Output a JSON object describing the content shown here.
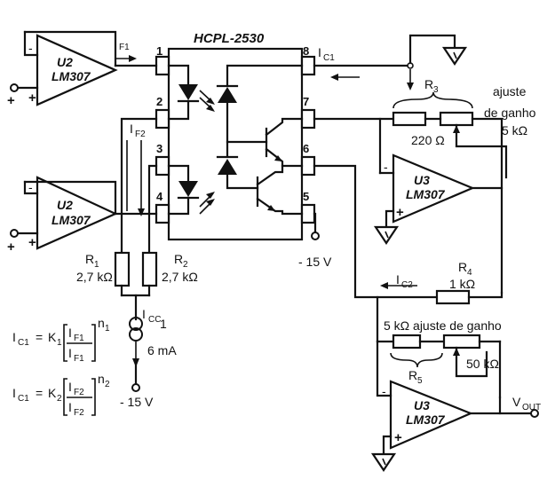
{
  "ic": {
    "name": "HCPL-2530",
    "pins": [
      "1",
      "2",
      "3",
      "4",
      "5",
      "6",
      "7",
      "8"
    ]
  },
  "opamps": {
    "u2a": {
      "ref": "U2",
      "part": "LM307"
    },
    "u2b": {
      "ref": "U2",
      "part": "LM307"
    },
    "u3a": {
      "ref": "U3",
      "part": "LM307"
    },
    "u3b": {
      "ref": "U3",
      "part": "LM307"
    }
  },
  "signs": {
    "minus": "-",
    "plus": "+"
  },
  "currents": {
    "if1": {
      "main": "I",
      "sub": "F1"
    },
    "if2": {
      "main": "I",
      "sub": "F2"
    },
    "ic1": {
      "main": "I",
      "sub": "C1"
    },
    "ic2": {
      "main": "I",
      "sub": "C2"
    },
    "icc1": {
      "main": "I",
      "sub": "CC",
      "sub2": "1"
    }
  },
  "resistors": {
    "r1": {
      "name": "R",
      "sub": "1",
      "value": "2,7 kΩ"
    },
    "r2": {
      "name": "R",
      "sub": "2",
      "value": "2,7 kΩ"
    },
    "r3": {
      "name": "R",
      "sub": "3",
      "value": "220 Ω"
    },
    "r3_adjust": {
      "line1": "ajuste",
      "line2": "de ganho",
      "value": "5 kΩ"
    },
    "r4": {
      "name": "R",
      "sub": "4",
      "value": "1 kΩ"
    },
    "r5": {
      "name": "R",
      "sub": "5",
      "value": "50 kΩ"
    },
    "r5_adjust": {
      "text": "5 kΩ ajuste de ganho"
    }
  },
  "source": {
    "value": "6 mA"
  },
  "supplies": {
    "neg15_a": "- 15 V",
    "neg15_b": "- 15 V"
  },
  "output": {
    "main": "V",
    "sub": "OUT"
  },
  "equations": {
    "eq1": {
      "lhs_main": "I",
      "lhs_sub": "C1",
      "eq": "=",
      "k_main": "K",
      "k_sub": "1",
      "num_main": "I",
      "num_sub": "F1",
      "den_main": "I",
      "den_sub": "F1",
      "exp_main": "n",
      "exp_sub": "1"
    },
    "eq2": {
      "lhs_main": "I",
      "lhs_sub": "C1",
      "eq": "=",
      "k_main": "K",
      "k_sub": "2",
      "num_main": "I",
      "num_sub": "F2",
      "den_main": "I",
      "den_sub": "F2",
      "exp_main": "n",
      "exp_sub": "2"
    }
  }
}
